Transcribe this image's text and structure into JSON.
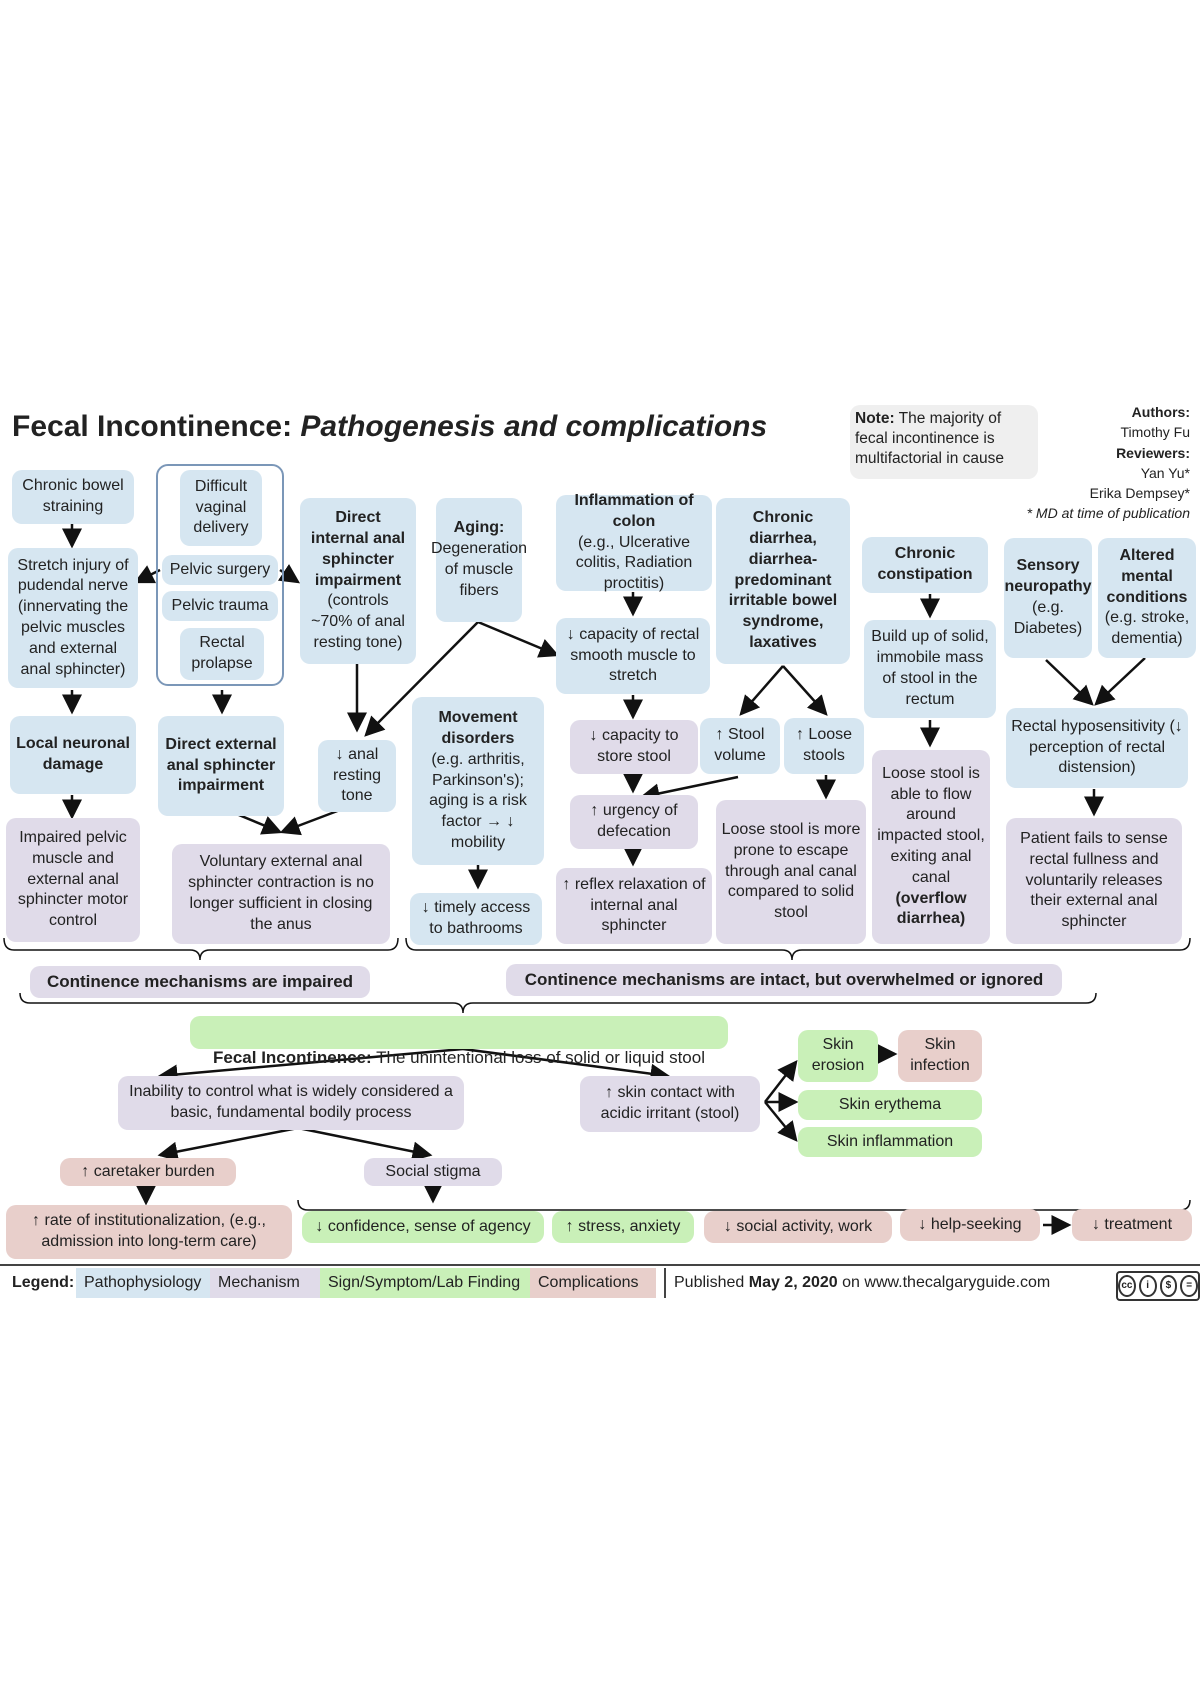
{
  "header": {
    "title_main": "Fecal Incontinence:",
    "title_sub": "Pathogenesis and complications",
    "note_label": "Note:",
    "note_text": "The majority of fecal incontinence is multifactorial in cause",
    "authors_label": "Authors:",
    "author": "Timothy Fu",
    "reviewers_label": "Reviewers:",
    "reviewer_1": "Yan Yu*",
    "reviewer_2": "Erika Dempsey*",
    "md_note": "* MD at time of publication"
  },
  "nodes": {
    "chronic_straining": "Chronic bowel straining",
    "stretch_injury": "Stretch injury of pudendal nerve (innervating the pelvic muscles and external anal sphincter)",
    "local_neuronal": "Local neuronal damage",
    "impaired_pelvic": "Impaired pelvic muscle and external anal sphincter motor control",
    "difficult_delivery": "Difficult vaginal delivery",
    "pelvic_surgery": "Pelvic surgery",
    "pelvic_trauma": "Pelvic trauma",
    "rectal_prolapse": "Rectal prolapse",
    "direct_external": "Direct external anal sphincter impairment",
    "direct_internal_bold": "Direct internal anal sphincter impairment",
    "direct_internal_rest": "(controls ~70% of anal resting tone)",
    "anal_tone": "↓ anal resting tone",
    "voluntary": "Voluntary external anal sphincter contraction is no longer sufficient in closing the anus",
    "aging_bold": "Aging:",
    "aging_rest": "Degeneration of muscle fibers",
    "movement_bold": "Movement disorders",
    "movement_rest": "(e.g. arthritis, Parkinson's); aging is a risk factor → ↓ mobility",
    "timely": "↓ timely access to bathrooms",
    "inflammation_bold": "Inflammation of colon",
    "inflammation_rest": "(e.g., Ulcerative colitis, Radiation proctitis)",
    "cap_stretch": "↓ capacity of rectal smooth muscle to stretch",
    "cap_store": "↓ capacity to store stool",
    "urgency": "↑ urgency of defecation",
    "reflex": "↑ reflex relaxation of internal anal sphincter",
    "chronic_diarrhea": "Chronic diarrhea, diarrhea-predominant irritable bowel syndrome, laxatives",
    "stool_volume": "↑ Stool volume",
    "loose_stools": "↑ Loose stools",
    "loose_escape": "Loose stool is more prone to escape through anal canal compared to solid stool",
    "chronic_constipation": "Chronic constipation",
    "build_up": "Build up of solid, immobile mass of stool in the rectum",
    "overflow_rest": "Loose stool is able to flow around impacted stool, exiting anal canal",
    "overflow_bold": "(overflow diarrhea)",
    "sensory_bold": "Sensory neuropathy",
    "sensory_rest": "(e.g. Diabetes)",
    "altered_bold": "Altered mental conditions",
    "altered_rest": "(e.g. stroke, dementia)",
    "hyposensitivity": "Rectal hyposensitivity (↓ perception of rectal distension)",
    "patient_fails": "Patient fails to sense rectal fullness and voluntarily releases their external anal sphincter",
    "continence_impaired": "Continence mechanisms are impaired",
    "continence_intact": "Continence mechanisms are intact, but overwhelmed or ignored",
    "fi_bold": "Fecal Incontinence:",
    "fi_rest": "The unintentional loss of solid or liquid stool",
    "inability": "Inability to control what is widely considered a basic, fundamental bodily process",
    "skin_contact": "↑ skin contact with acidic irritant (stool)",
    "skin_erosion": "Skin erosion",
    "skin_infection": "Skin infection",
    "skin_erythema": "Skin erythema",
    "skin_inflammation": "Skin inflammation",
    "caretaker": "↑ caretaker burden",
    "social_stigma": "Social stigma",
    "institutionalization": "↑ rate of institutionalization, (e.g., admission into long-term care)",
    "confidence": "↓ confidence, sense of agency",
    "stress": "↑ stress, anxiety",
    "social_activity": "↓ social activity, work",
    "help_seeking": "↓ help-seeking",
    "treatment": "↓ treatment"
  },
  "legend": {
    "label": "Legend:",
    "pathophysiology": "Pathophysiology",
    "mechanism": "Mechanism",
    "sign": "Sign/Symptom/Lab Finding",
    "complications": "Complications",
    "published_prefix": "Published",
    "published_date": "May 2, 2020",
    "published_suffix": "on www.thecalgaryguide.com"
  },
  "colors": {
    "pathophysiology": "#d6e6f1",
    "mechanism": "#e0dbe9",
    "sign": "#c9f0b8",
    "complications": "#e8cfcb"
  }
}
